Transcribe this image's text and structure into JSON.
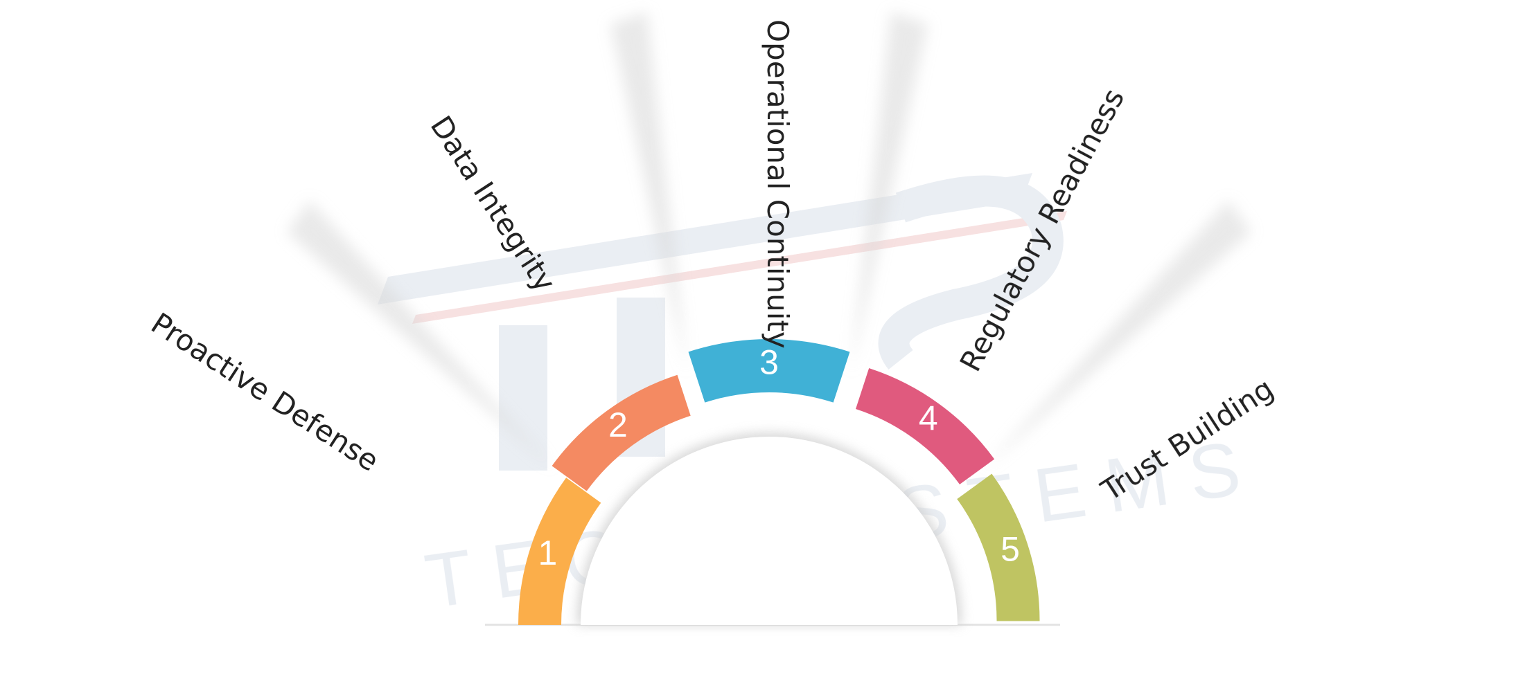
{
  "steps": [
    {
      "number": "1",
      "label": "Proactive Defense",
      "color": "#FBAE4A"
    },
    {
      "number": "2",
      "label": "Data Integrity",
      "color": "#F48A62"
    },
    {
      "number": "3",
      "label": "Operational Continuity",
      "color": "#40B1D6"
    },
    {
      "number": "4",
      "label": "Regulatory Readiness",
      "color": "#E05A7E"
    },
    {
      "number": "5",
      "label": "Trust Building",
      "color": "#BFC462"
    }
  ],
  "watermark": {
    "text": "TECH SYSTEMS",
    "color": "#E8ECF2",
    "accent_color": "#F7DEDE"
  }
}
